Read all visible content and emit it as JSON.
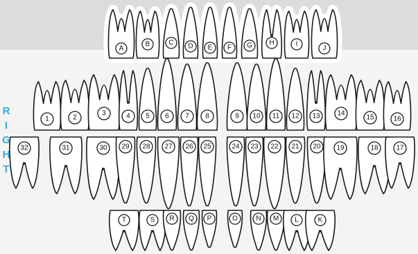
{
  "side_label": [
    "R",
    "I",
    "G",
    "H",
    "T"
  ],
  "colors": {
    "accent": "#39a9d8",
    "outline": "#1a1a1a",
    "top_band": "#dcdcdc",
    "background": "#f4f4f2"
  },
  "primary_upper": [
    "A",
    "B",
    "C",
    "D",
    "E",
    "F",
    "G",
    "H",
    "I",
    "J"
  ],
  "permanent_upper": [
    "1",
    "2",
    "3",
    "4",
    "5",
    "6",
    "7",
    "8",
    "9",
    "10",
    "11",
    "12",
    "13",
    "14",
    "15",
    "16"
  ],
  "permanent_lower": [
    "32",
    "31",
    "30",
    "29",
    "28",
    "27",
    "26",
    "25",
    "24",
    "23",
    "22",
    "21",
    "20",
    "19",
    "18",
    "17"
  ],
  "primary_lower": [
    "T",
    "S",
    "R",
    "Q",
    "P",
    "O",
    "N",
    "M",
    "L",
    "K"
  ]
}
